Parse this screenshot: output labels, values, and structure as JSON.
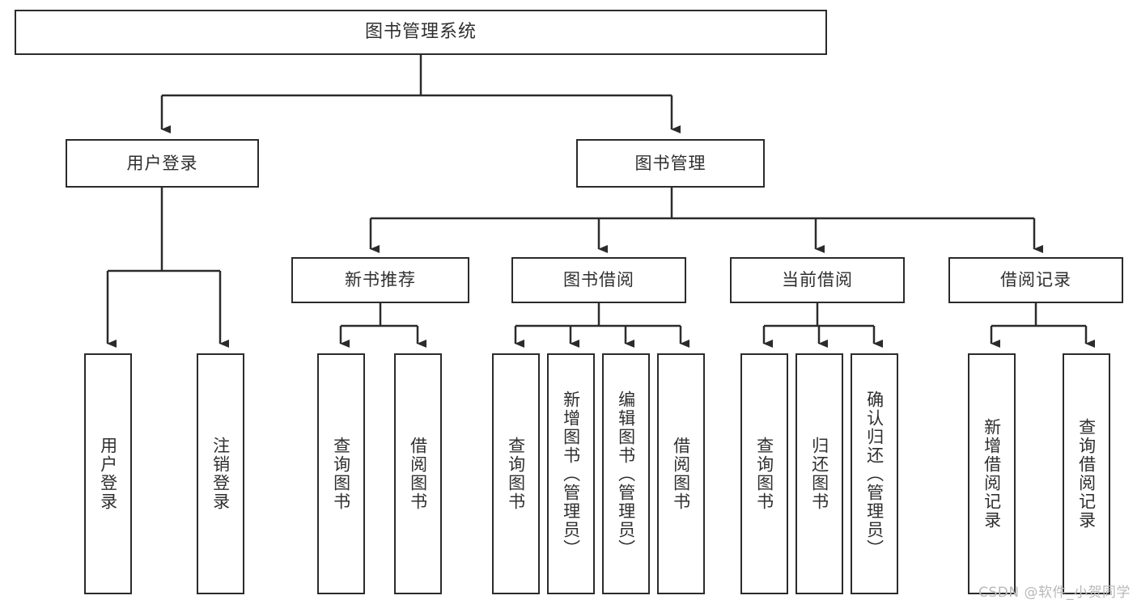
{
  "diagram": {
    "title": "图书管理系统",
    "watermark": "CSDN @软件_小贺同学",
    "line_color": "#2b2b2b",
    "text_color": "#2f2f2f",
    "background": "#ffffff"
  },
  "nodes": {
    "root": {
      "label": "图书管理系统"
    },
    "level1": [
      {
        "label": "用户登录"
      },
      {
        "label": "图书管理"
      }
    ],
    "level2": [
      {
        "label": "新书推荐"
      },
      {
        "label": "图书借阅"
      },
      {
        "label": "当前借阅"
      },
      {
        "label": "借阅记录"
      }
    ],
    "leaves": {
      "user_login": [
        {
          "label": "用户登录"
        },
        {
          "label": "注销登录"
        }
      ],
      "new_book": [
        {
          "label": "查询图书"
        },
        {
          "label": "借阅图书"
        }
      ],
      "book_borrow": [
        {
          "label": "查询图书"
        },
        {
          "label": "新增图书（管理员）"
        },
        {
          "label": "编辑图书（管理员）"
        },
        {
          "label": "借阅图书"
        }
      ],
      "current_borrow": [
        {
          "label": "查询图书"
        },
        {
          "label": "归还图书"
        },
        {
          "label": "确认归还（管理员）"
        }
      ],
      "borrow_record": [
        {
          "label": "新增借阅记录"
        },
        {
          "label": "查询借阅记录"
        }
      ]
    }
  }
}
